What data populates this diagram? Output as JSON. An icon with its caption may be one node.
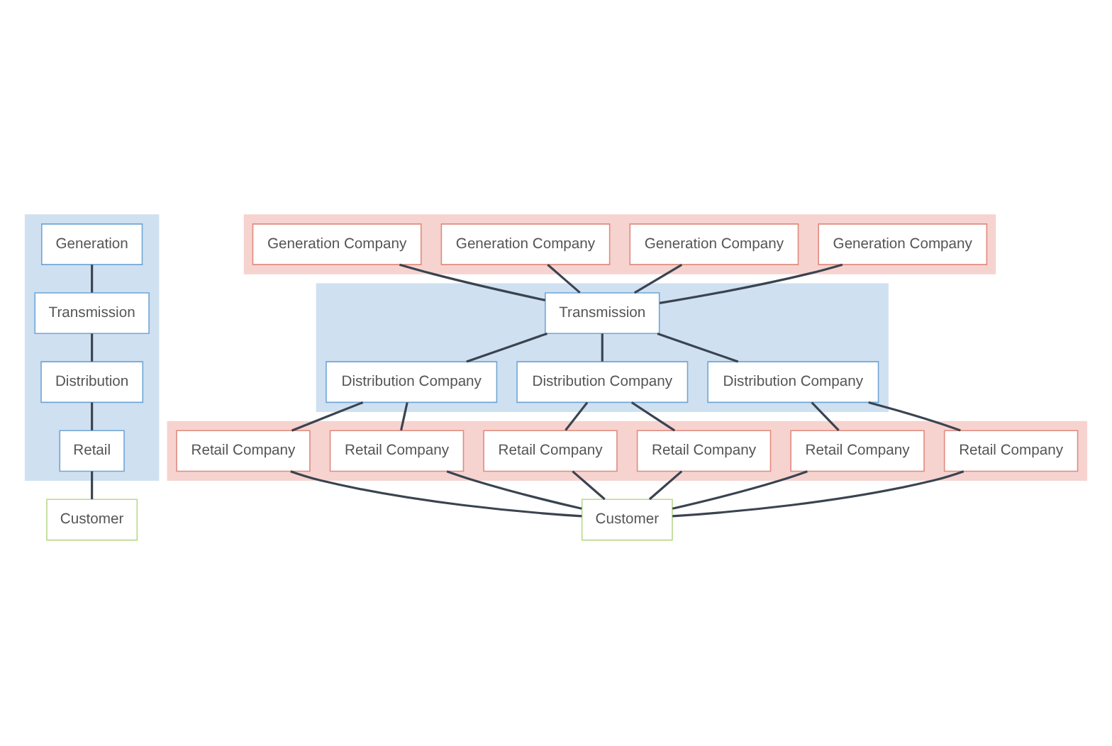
{
  "diagram": {
    "nodes": [
      {
        "text": [],
        "shape": "box"
      },
      {
        "text": [
          "Generation"
        ],
        "in": 0
      },
      {
        "text": [
          "Transmission"
        ],
        "in": 0
      },
      {
        "text": [
          "Distribution"
        ],
        "in": 0
      },
      {
        "text": [
          "Retail"
        ],
        "in": 0
      },
      {
        "text": [
          "Customer"
        ]
      },
      {
        "text": [],
        "shape": "box"
      },
      {
        "text": [
          "Generation Company"
        ],
        "in": 6
      },
      {
        "text": [
          "Generation Company"
        ],
        "in": 6
      },
      {
        "text": [
          "Generation Company"
        ],
        "in": 6
      },
      {
        "text": [
          "Generation Company"
        ],
        "in": 6
      },
      {
        "text": [],
        "shape": "box"
      },
      {
        "text": [
          "Transmission"
        ],
        "in": 11
      },
      {
        "text": [
          "Distribution Company"
        ],
        "in": 11
      },
      {
        "text": [
          "Distribution Company"
        ],
        "in": 11
      },
      {
        "text": [
          "Distribution Company"
        ],
        "in": 11
      },
      {
        "text": [],
        "shape": "box"
      },
      {
        "text": [
          "Retail Company"
        ],
        "in": 16
      },
      {
        "text": [
          "Retail Company"
        ],
        "in": 16
      },
      {
        "text": [
          "Retail Company"
        ],
        "in": 16
      },
      {
        "text": [
          "Retail Company"
        ],
        "in": 16
      },
      {
        "text": [
          "Retail Company"
        ],
        "in": 16
      },
      {
        "text": [
          "Retail Company"
        ],
        "in": 16
      },
      {
        "text": [
          "Customer"
        ]
      }
    ],
    "edges": [
      {
        "from": 1,
        "to": 2,
        "arrow": "none"
      },
      {
        "from": 2,
        "to": 3,
        "arrow": "none"
      },
      {
        "from": 3,
        "to": 4,
        "arrow": "none"
      },
      {
        "from": 4,
        "to": 5,
        "arrow": "none"
      },
      {
        "from": 7,
        "to": 12,
        "arrow": "none"
      },
      {
        "from": 8,
        "to": 12,
        "arrow": "none"
      },
      {
        "from": 9,
        "to": 12,
        "arrow": "none"
      },
      {
        "from": 10,
        "to": 12,
        "arrow": "none"
      },
      {
        "from": 12,
        "to": 13,
        "arrow": "none"
      },
      {
        "from": 12,
        "to": 14,
        "arrow": "none"
      },
      {
        "from": 12,
        "to": 15,
        "arrow": "none"
      },
      {
        "from": 13,
        "to": 17,
        "arrow": "none"
      },
      {
        "from": 13,
        "to": 18,
        "arrow": "none"
      },
      {
        "from": 14,
        "to": 19,
        "arrow": "none"
      },
      {
        "from": 14,
        "to": 20,
        "arrow": "none"
      },
      {
        "from": 15,
        "to": 21,
        "arrow": "none"
      },
      {
        "from": 15,
        "to": 22,
        "arrow": "none"
      },
      {
        "from": 17,
        "to": 23,
        "arrow": "none"
      },
      {
        "from": 18,
        "to": 23,
        "arrow": "none"
      },
      {
        "from": 19,
        "to": 23,
        "arrow": "none"
      },
      {
        "from": 20,
        "to": 23,
        "arrow": "none"
      },
      {
        "from": 21,
        "to": 23,
        "arrow": "none"
      },
      {
        "from": 22,
        "to": 23,
        "arrow": "none"
      }
    ]
  }
}
